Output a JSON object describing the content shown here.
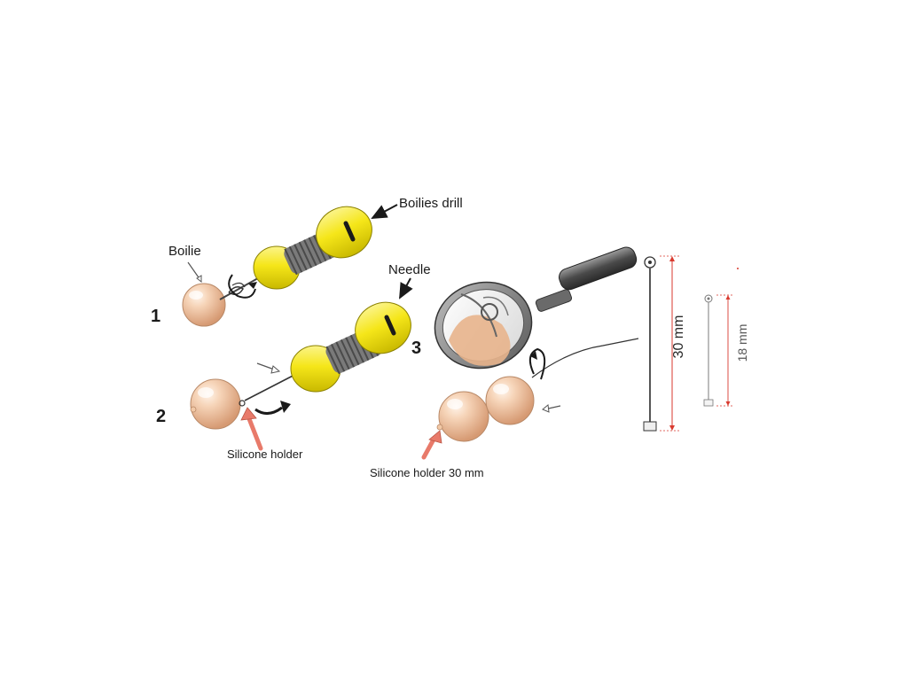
{
  "labels": {
    "boilies_drill": "Boilies drill",
    "boilie": "Boilie",
    "needle": "Needle",
    "silicone_holder": "Silicone holder",
    "silicone_holder_30": "Silicone holder 30 mm"
  },
  "steps": {
    "one": "1",
    "two": "2",
    "three": "3"
  },
  "dimensions": {
    "long": "30 mm",
    "short": "18 mm"
  },
  "colors": {
    "boilie": "#f2c9a7",
    "drill_yellow": "#f7ea1c",
    "spring_grey": "#8c8c8c",
    "arrow_red": "#e87a6a",
    "dimension_red": "#d93a2f",
    "ink": "#1a1a1a"
  }
}
